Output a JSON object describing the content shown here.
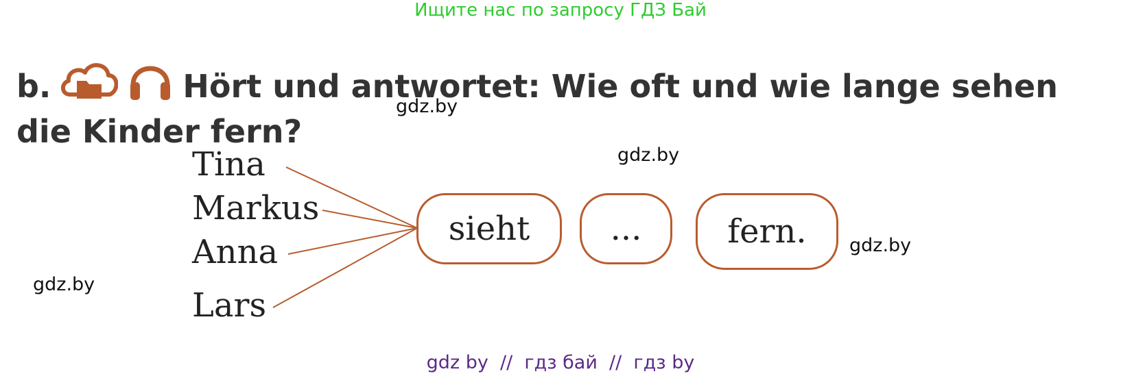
{
  "banner": "Ищите нас по запросу ГДЗ Бай",
  "heading": {
    "label": "b.",
    "text": "Hört und antwortet: Wie oft und wie lange sehen die Kinder fern?",
    "icons": [
      "cloud-folder-icon",
      "headphones-icon"
    ]
  },
  "names": [
    "Tina",
    "Markus",
    "Anna",
    "Lars"
  ],
  "boxes": [
    "sieht",
    "...",
    "fern."
  ],
  "watermarks": [
    "gdz.by",
    "gdz.by",
    "gdz.by",
    "gdz.by"
  ],
  "footer": "gdz by  //  гдз бай  //  гдз by",
  "colors": {
    "accent": "#b85c2e",
    "banner": "#2ecc2e",
    "footer": "#5b2a86",
    "text": "#333333"
  }
}
